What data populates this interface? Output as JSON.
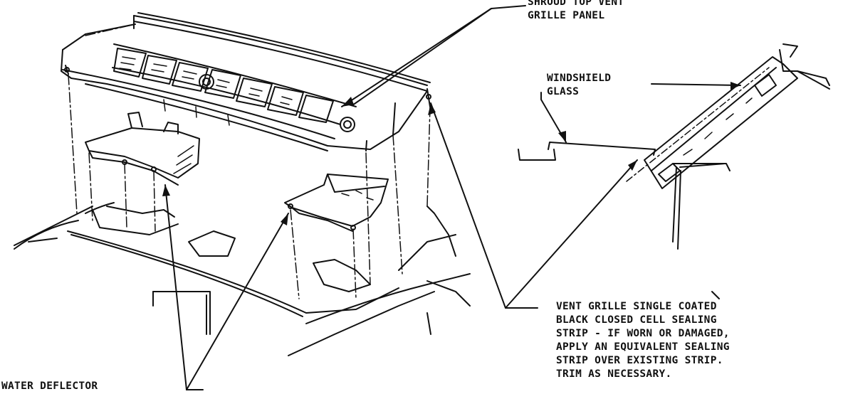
{
  "labels": {
    "shroud": [
      "SHROUD TOP VENT",
      "GRILLE PANEL"
    ],
    "windshield": [
      "WINDSHIELD",
      "GLASS"
    ],
    "sealing": [
      "VENT GRILLE SINGLE COATED",
      "BLACK CLOSED CELL SEALING",
      "STRIP - IF WORN OR DAMAGED,",
      "APPLY AN EQUIVALENT SEALING",
      "STRIP OVER EXISTING STRIP.",
      "TRIM AS NECESSARY."
    ],
    "deflector": [
      "WATER DEFLECTOR"
    ]
  },
  "colors": {
    "ink": "#111111",
    "background": "#ffffff"
  }
}
